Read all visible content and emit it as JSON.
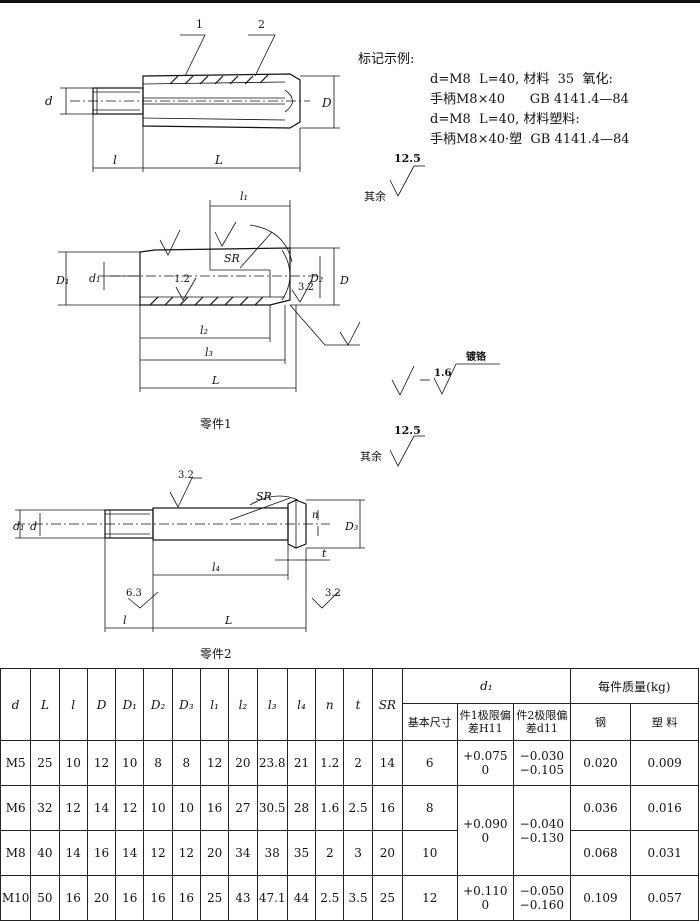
{
  "marking_example": {
    "heading": "标记示例:",
    "line1": "d=M8  L=40, 材料  35  氧化:",
    "line2": "手柄M8×40      GB 4141.4—84",
    "line3": "d=M8  L=40, 材料塑料:",
    "line4": "手柄M8×40·塑  GB 4141.4—84"
  },
  "drawing1": {
    "callout1": "1",
    "callout2": "2",
    "dim_d": "d",
    "dim_D": "D",
    "dim_l": "l",
    "dim_L": "L"
  },
  "roughness_rest1": {
    "prefix": "其余",
    "value": "12.5"
  },
  "part1": {
    "dim_l1": "l₁",
    "dim_l2": "l₂",
    "dim_l3": "l₃",
    "dim_L": "L",
    "dim_D1": "D₁",
    "dim_d1": "d₁",
    "dim_D2": "D₂",
    "dim_D": "D",
    "sr": "SR",
    "rough_a": "1.2",
    "rough_b": "3.2",
    "caption": "零件1"
  },
  "finish_note": {
    "value": "1.6",
    "word": "镀铬"
  },
  "roughness_rest2": {
    "prefix": "其余",
    "value": "12.5"
  },
  "part2": {
    "rough_top": "3.2",
    "sr": "SR",
    "dim_d1": "d₁",
    "dim_d": "d",
    "dim_n": "n",
    "dim_D3": "D₃",
    "dim_l4": "l₄",
    "dim_t": "t",
    "rough_left": "6.3",
    "rough_right": "3.2",
    "dim_l": "l",
    "dim_L": "L",
    "caption": "零件2"
  },
  "table": {
    "headers": {
      "d": "d",
      "L": "L",
      "l": "l",
      "D": "D",
      "D1": "D₁",
      "D2": "D₂",
      "D3": "D₃",
      "l1": "l₁",
      "l2": "l₂",
      "l3": "l₃",
      "l4": "l₄",
      "n": "n",
      "t": "t",
      "SR": "SR",
      "d1_group": "d₁",
      "mass_group": "每件质量(kg)",
      "basic": "基本尺寸",
      "part1_dev": "件1极限偏差H11",
      "part2_dev": "件2极限偏差d11",
      "steel": "钢",
      "plastic": "塑  料"
    },
    "rows": [
      {
        "d": "M5",
        "L": "25",
        "l": "10",
        "D": "12",
        "D1": "10",
        "D2": "8",
        "D3": "8",
        "l1": "12",
        "l2": "20",
        "l3": "23.8",
        "l4": "21",
        "n": "1.2",
        "t": "2",
        "SR": "14",
        "basic": "6",
        "h11_up": "+0.075",
        "h11_low": "0",
        "d11_up": "−0.030",
        "d11_low": "−0.105",
        "steel": "0.020",
        "plastic": "0.009"
      },
      {
        "d": "M6",
        "L": "32",
        "l": "12",
        "D": "14",
        "D1": "12",
        "D2": "10",
        "D3": "10",
        "l1": "16",
        "l2": "27",
        "l3": "30.5",
        "l4": "28",
        "n": "1.6",
        "t": "2.5",
        "SR": "16",
        "basic": "8",
        "steel": "0.036",
        "plastic": "0.016"
      },
      {
        "d": "M8",
        "L": "40",
        "l": "14",
        "D": "16",
        "D1": "14",
        "D2": "12",
        "D3": "12",
        "l1": "20",
        "l2": "34",
        "l3": "38",
        "l4": "35",
        "n": "2",
        "t": "3",
        "SR": "20",
        "basic": "10",
        "steel": "0.068",
        "plastic": "0.031"
      },
      {
        "d": "M10",
        "L": "50",
        "l": "16",
        "D": "20",
        "D1": "16",
        "D2": "16",
        "D3": "16",
        "l1": "25",
        "l2": "43",
        "l3": "47.1",
        "l4": "44",
        "n": "2.5",
        "t": "3.5",
        "SR": "25",
        "basic": "12",
        "h11_up": "+0.110",
        "h11_low": "0",
        "d11_up": "−0.050",
        "d11_low": "−0.160",
        "steel": "0.109",
        "plastic": "0.057"
      }
    ],
    "merged_h11_up": "+0.090",
    "merged_h11_low": "0",
    "merged_d11_up": "−0.040",
    "merged_d11_low": "−0.130"
  }
}
